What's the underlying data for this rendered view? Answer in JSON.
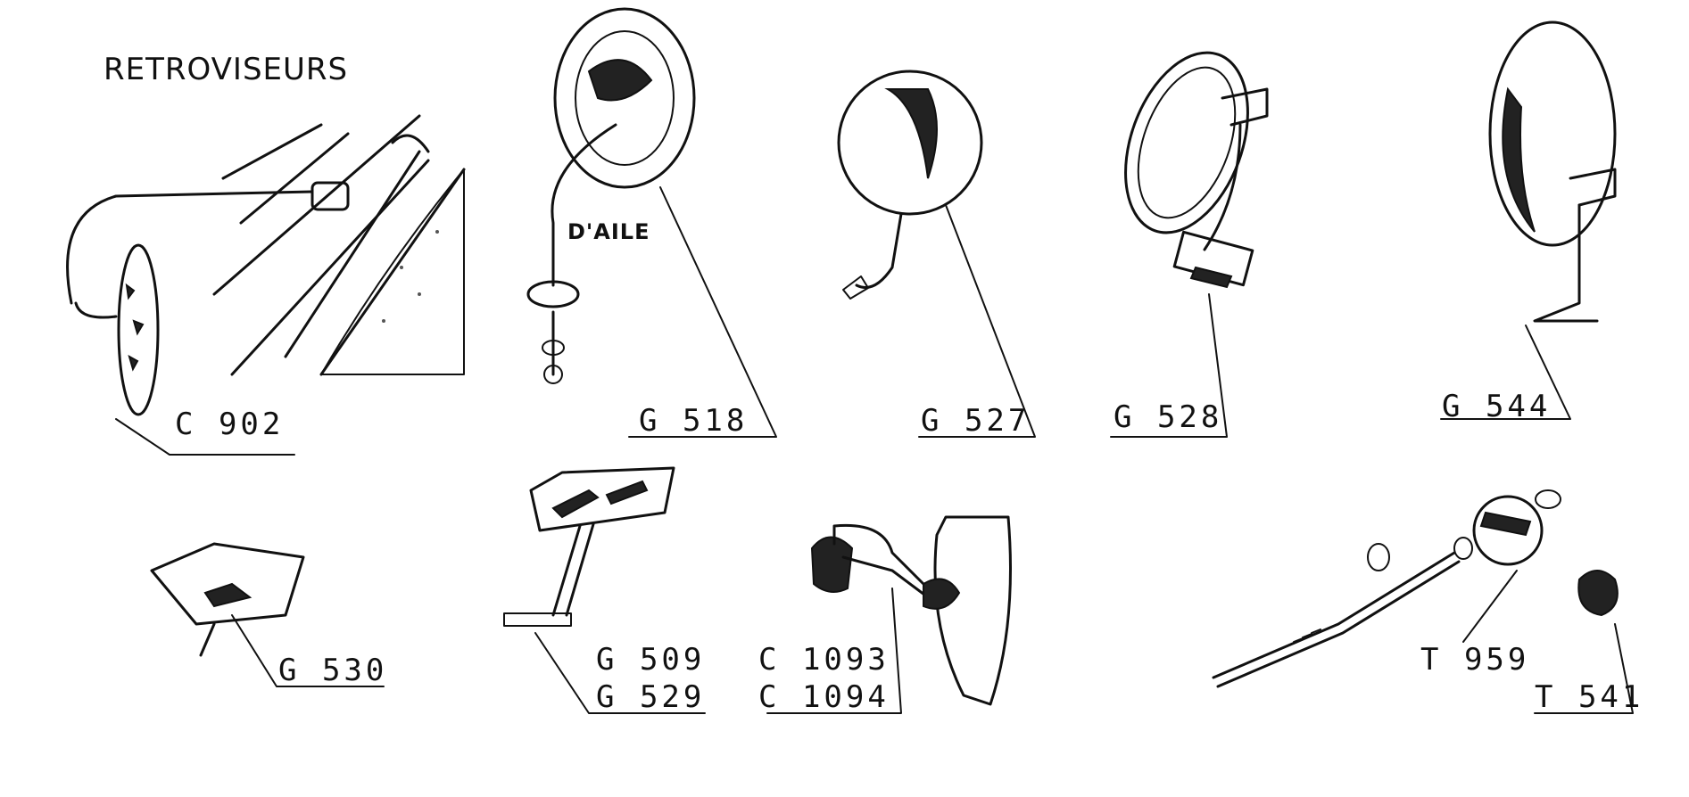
{
  "title": "RETROVISEURS",
  "note": "D'AILE",
  "refs": {
    "c902": "C 902",
    "g518": "G 518",
    "g527": "G 527",
    "g528": "G 528",
    "g544": "G 544",
    "g530": "G 530",
    "g509": "G 509",
    "g529": "G 529",
    "c1093": "C 1093",
    "c1094": "C 1094",
    "t959": "T 959",
    "t541": "T 541"
  },
  "colors": {
    "ink": "#111111",
    "paper": "#ffffff"
  }
}
